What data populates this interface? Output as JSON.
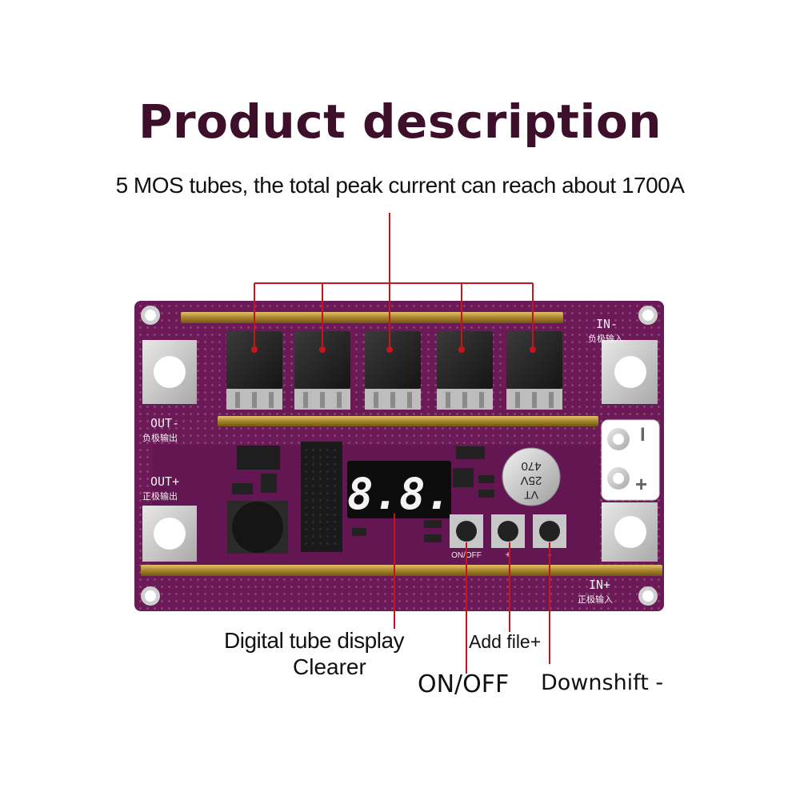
{
  "title": "Product description",
  "subtitle": "5 MOS tubes, the total peak current can reach about 1700A",
  "labels": {
    "display": "Digital tube display",
    "clearer": "Clearer",
    "add_file": "Add file+",
    "onoff": "ON/OFF",
    "downshift": "Downshift -"
  },
  "board": {
    "in_minus": "IN-",
    "in_minus_cn": "负极输入",
    "in_plus": "IN+",
    "in_plus_cn": "正极输入",
    "out_minus": "OUT-",
    "out_minus_cn": "负极输出",
    "out_plus": "OUT+",
    "out_plus_cn": "正极输出",
    "display_value": "8.8.",
    "capacitor_value": "470",
    "capacitor_voltage": "25V",
    "capacitor_mark": "VT",
    "onoff_silk": "ON/OFF",
    "plus_silk": "+",
    "minus_silk": "-",
    "term_plus": "+",
    "term_minus": "I"
  },
  "colors": {
    "pcb": "#6b1a57",
    "title": "#3d0f2a",
    "callout": "#c4161c",
    "copper": "#b8922e"
  }
}
